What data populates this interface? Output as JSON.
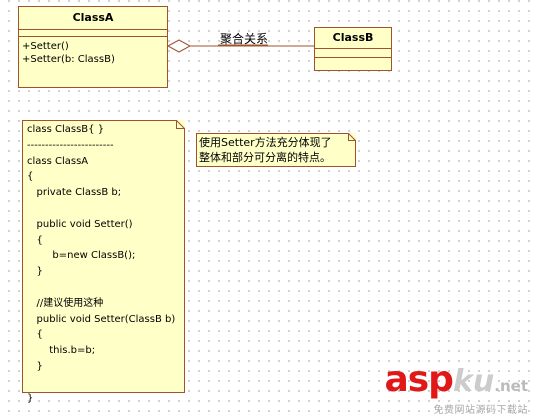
{
  "diagram": {
    "class_a": {
      "name": "ClassA",
      "operations": [
        "+Setter()",
        "+Setter(b: ClassB)"
      ]
    },
    "class_b": {
      "name": "ClassB"
    },
    "association": {
      "type": "aggregation",
      "label": "聚合关系"
    },
    "code_note": {
      "lines": [
        "class ClassB{ }",
        "------------------------",
        "class ClassA",
        "{",
        "   private ClassB b;",
        "",
        "   public void Setter()",
        "   {",
        "        b=new ClassB();",
        "   }",
        "",
        "   //建议使用这种",
        "   public void Setter(ClassB b)",
        "   {",
        "       this.b=b;",
        "   }",
        "",
        "}"
      ]
    },
    "description_note": {
      "lines": [
        "使用Setter方法充分体现了",
        "整体和部分可分离的特点。"
      ]
    }
  },
  "watermark": {
    "logo_main": "asp",
    "logo_mid": "ku",
    "logo_suffix": ".net",
    "slogan": "免费网站源码下载站"
  },
  "colors": {
    "fill": "#ffffc8",
    "border": "#a0522d",
    "watermark_red": "#e01818"
  }
}
